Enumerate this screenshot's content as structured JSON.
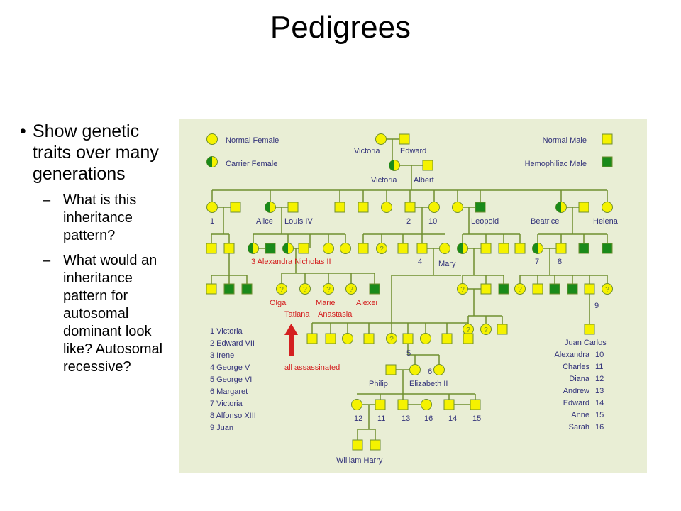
{
  "title": "Pedigrees",
  "bullets": {
    "main": "Show genetic traits over many generations",
    "sub": [
      "What is this inheritance pattern?",
      "What would an inheritance pattern for autosomal dominant look like? Autosomal recessive?"
    ]
  },
  "legend": {
    "normal_female": "Normal Female",
    "carrier_female": "Carrier Female",
    "normal_male": "Normal Male",
    "hemophiliac_male": "Hemophiliac Male"
  },
  "colors": {
    "panel": "#e9eed5",
    "fill": "#f5f200",
    "affected": "#1a8a1a",
    "stroke": "#6f8f2e",
    "text": "#33337a",
    "highlight": "#d42020"
  },
  "labels": {
    "victoria": "Victoria",
    "edward": "Edward",
    "victoria2": "Victoria",
    "albert": "Albert",
    "n1": "1",
    "alice": "Alice",
    "louis": "Louis IV",
    "n2": "2",
    "n10": "10",
    "leopold": "Leopold",
    "beatrice": "Beatrice",
    "helena": "Helena",
    "alexandra_nicholas": "3 Alexandra Nicholas II",
    "n4": "4",
    "mary": "Mary",
    "n7": "7",
    "n8": "8",
    "olga": "Olga",
    "marie": "Marie",
    "alexei": "Alexei",
    "tatiana": "Tatiana",
    "anastasia": "Anastasia",
    "n9": "9",
    "juan_carlos": "Juan Carlos",
    "n5": "5",
    "n6": "6",
    "all_assassinated": "all assassinated",
    "philip": "Philip",
    "elizabeth": "Elizabeth II",
    "c12": "12",
    "c11": "11",
    "c13": "13",
    "c16": "16",
    "c14": "14",
    "c15": "15",
    "william_harry": "William  Harry",
    "key": [
      "1 Victoria",
      "2 Edward VII",
      "3 Irene",
      "4 George V",
      "5 George VI",
      "6 Margaret",
      "7 Victoria",
      "8 Alfonso XIII",
      "9 Juan"
    ],
    "right_key": [
      [
        "Alexandra",
        "10"
      ],
      [
        "Charles",
        "11"
      ],
      [
        "Diana",
        "12"
      ],
      [
        "Andrew",
        "13"
      ],
      [
        "Edward",
        "14"
      ],
      [
        "Anne",
        "15"
      ],
      [
        "Sarah",
        "16"
      ]
    ]
  }
}
